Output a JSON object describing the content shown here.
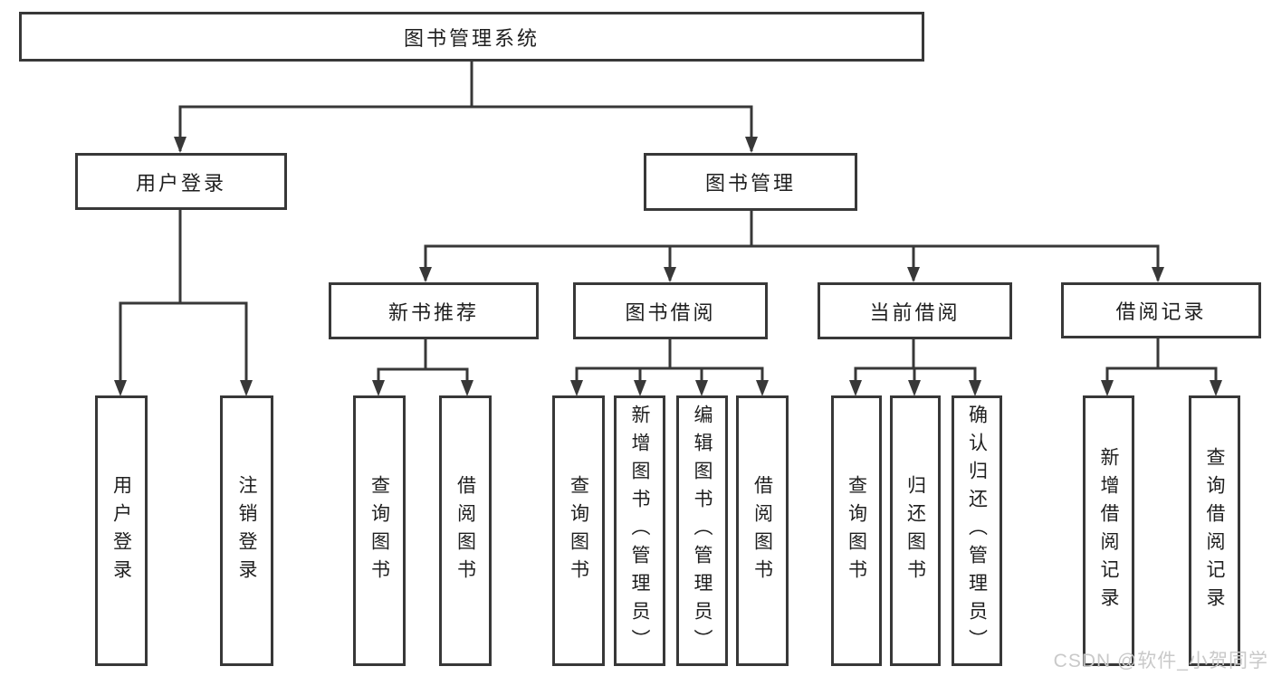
{
  "diagram": {
    "root": {
      "label": "图书管理系统"
    },
    "branches": [
      {
        "label": "用户登录",
        "children": [
          {
            "label": "用户登录"
          },
          {
            "label": "注销登录"
          }
        ]
      },
      {
        "label": "图书管理",
        "children": [
          {
            "label": "新书推荐",
            "children": [
              {
                "label": "查询图书"
              },
              {
                "label": "借阅图书"
              }
            ]
          },
          {
            "label": "图书借阅",
            "children": [
              {
                "label": "查询图书"
              },
              {
                "label": "新增图书（管理员）"
              },
              {
                "label": "编辑图书（管理员）"
              },
              {
                "label": "借阅图书"
              }
            ]
          },
          {
            "label": "当前借阅",
            "children": [
              {
                "label": "查询图书"
              },
              {
                "label": "归还图书"
              },
              {
                "label": "确认归还（管理员）"
              }
            ]
          },
          {
            "label": "借阅记录",
            "children": [
              {
                "label": "新增借阅记录"
              },
              {
                "label": "查询借阅记录"
              }
            ]
          }
        ]
      }
    ]
  },
  "watermark": {
    "text": "CSDN @软件_小贺同学"
  },
  "colors": {
    "line": "#383838",
    "box_border": "#383838",
    "text": "#1f1f1f",
    "watermark": "#c9c9c9",
    "background": "#ffffff"
  }
}
